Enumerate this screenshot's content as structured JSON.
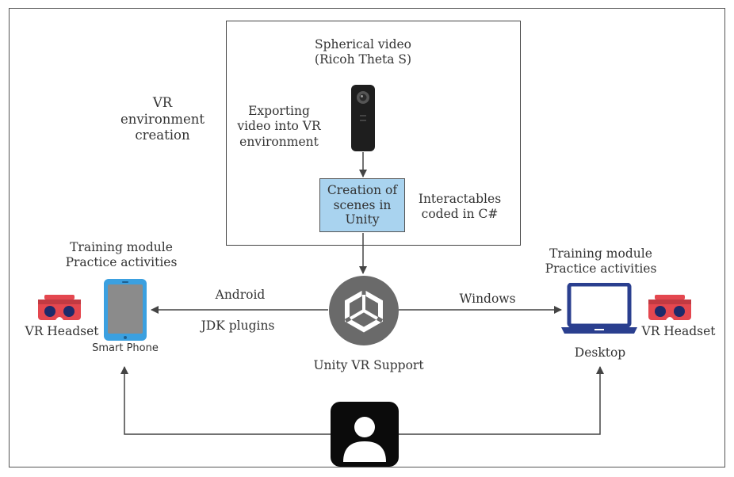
{
  "diagram": {
    "camera_label": "Spherical video\n(Ricoh Theta S)",
    "export_label": "Exporting\nvideo into VR\nenvironment",
    "vr_env_label": "VR\nenvironment\ncreation",
    "scene_box": "Creation of scenes in Unity",
    "interactables_label": "Interactables\ncoded in C#",
    "left_module_label": "Training module\nPractice activities",
    "right_module_label": "Training module\nPractice activities",
    "android_label": "Android",
    "jdk_label": "JDK plugins",
    "windows_label": "Windows",
    "unity_support_label": "Unity VR Support",
    "left_headset_label": "VR Headset",
    "right_headset_label": "VR Headset",
    "smartphone_label": "Smart Phone",
    "desktop_label": "Desktop"
  },
  "colors": {
    "scene_box_fill": "#a9d3ef",
    "headset": "#e4474f",
    "phone": "#3ba0e0",
    "laptop": "#2a3f8f",
    "unity_circle": "#6a6a6a"
  },
  "icons": [
    "spherical-camera-icon",
    "unity-logo-icon",
    "smartphone-icon",
    "laptop-icon",
    "vr-headset-icon",
    "user-icon"
  ]
}
